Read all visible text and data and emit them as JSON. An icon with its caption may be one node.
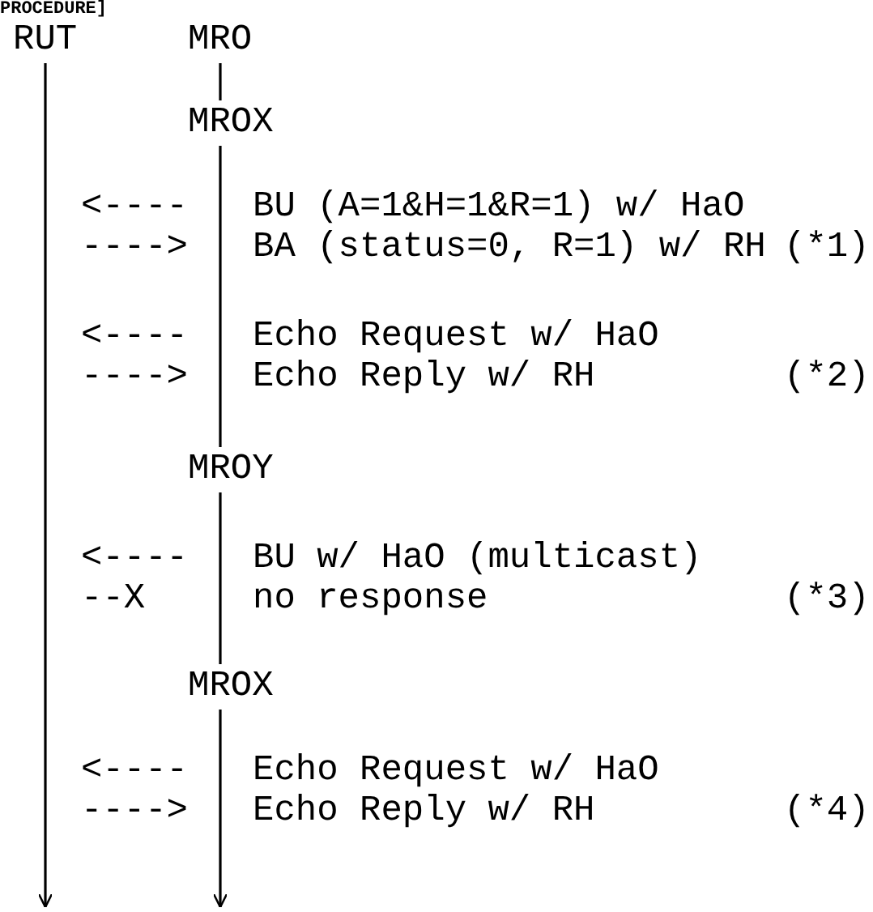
{
  "diagram": {
    "title": "PROCEDURE]",
    "nodes": [
      {
        "text": [
          "RUT"
        ]
      },
      {
        "text": [
          "MRO"
        ]
      },
      {
        "text": [
          "MROX"
        ]
      },
      {
        "text": [
          "MROY"
        ]
      },
      {
        "text": [
          "MROX"
        ]
      }
    ],
    "edges": [
      {
        "from": 0,
        "to": null,
        "arrow": "to"
      },
      {
        "from": 1,
        "to": 2,
        "arrow": "none"
      },
      {
        "from": 2,
        "to": 3,
        "arrow": "none"
      },
      {
        "from": 3,
        "to": 4,
        "arrow": "none"
      },
      {
        "from": 4,
        "to": null,
        "arrow": "to"
      }
    ],
    "labels": [
      "<----",
      "BU (A=1&H=1&R=1) w/ HaO",
      "---->",
      "BA (status=0, R=1) w/ RH",
      "(*1)",
      "<----",
      "Echo Request w/ HaO",
      "---->",
      "Echo Reply w/ RH",
      "(*2)",
      "<----",
      "BU w/ HaO (multicast)",
      "--X",
      "no response",
      "(*3)",
      "<----",
      "Echo Request w/ HaO",
      "---->",
      "Echo Reply w/ RH",
      "(*4)"
    ]
  }
}
